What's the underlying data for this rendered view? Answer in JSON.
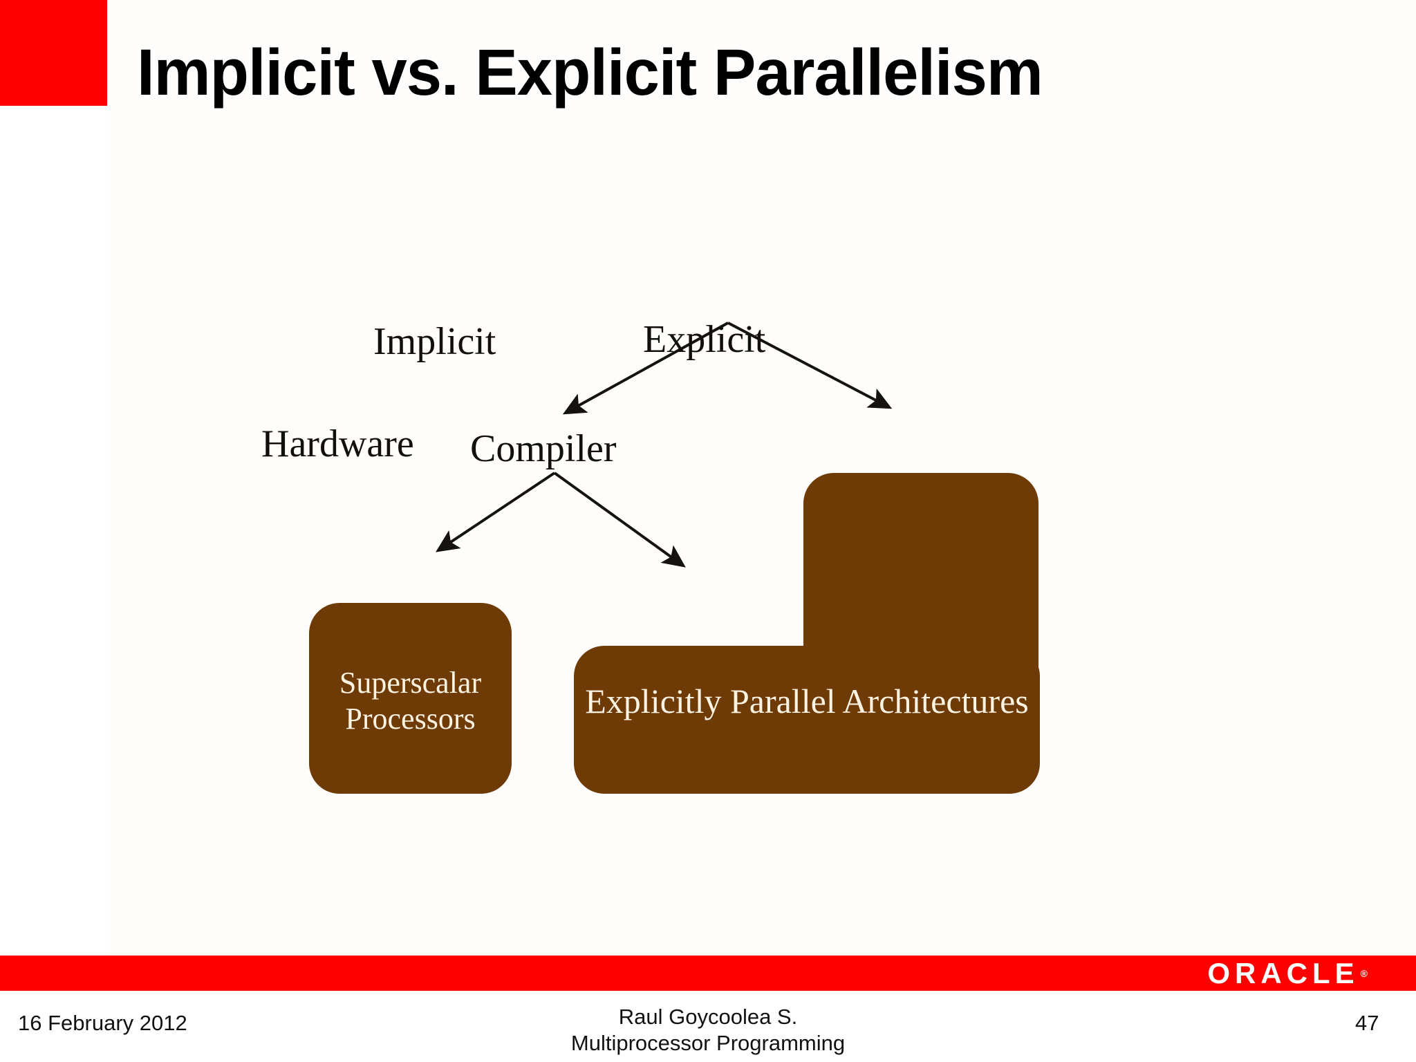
{
  "slide": {
    "title": "Implicit vs. Explicit Parallelism",
    "accent_red": "#FF0000",
    "box_brown": "#6E3B06",
    "box_text_color": "#FDF3E3",
    "background": "#FFFFFF"
  },
  "diagram": {
    "type": "tree",
    "nodes": [
      {
        "id": "implicit",
        "label": "Implicit"
      },
      {
        "id": "explicit",
        "label": "Explicit"
      },
      {
        "id": "hardware",
        "label": "Hardware"
      },
      {
        "id": "compiler",
        "label": "Compiler"
      }
    ],
    "boxes": [
      {
        "id": "superscalar",
        "label": "Superscalar\nProcessors"
      },
      {
        "id": "explicitly-parallel",
        "label": "Explicitly Parallel Architectures"
      }
    ],
    "edges": [
      {
        "from": "root",
        "to": "implicit"
      },
      {
        "from": "root",
        "to": "explicit"
      },
      {
        "from": "implicit",
        "to": "hardware"
      },
      {
        "from": "implicit",
        "to": "compiler"
      }
    ]
  },
  "footer": {
    "date": "16 February 2012",
    "author": "Raul Goycoolea S.",
    "course": "Multiprocessor Programming",
    "page_number": "47",
    "brand": "ORACLE",
    "brand_mark": "®"
  }
}
